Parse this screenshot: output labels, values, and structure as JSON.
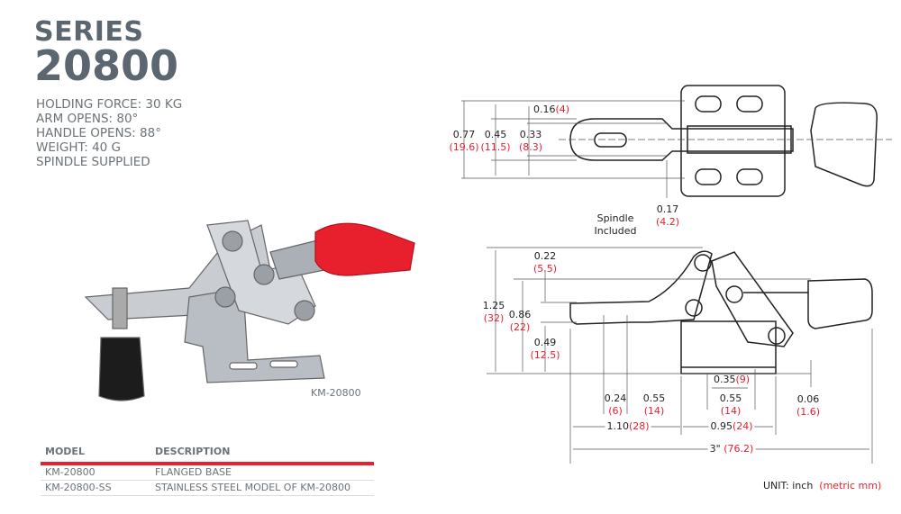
{
  "header": {
    "series_label": "SERIES",
    "series_number": "20800"
  },
  "specs": [
    "HOLDING FORCE: 30 KG",
    "ARM OPENS: 80°",
    "HANDLE OPENS: 88°",
    "WEIGHT: 40 G",
    "SPINDLE SUPPLIED"
  ],
  "photo_caption": "KM-20800",
  "table": {
    "headers": [
      "MODEL",
      "DESCRIPTION"
    ],
    "rows": [
      {
        "model": "KM-20800",
        "description": "FLANGED BASE"
      },
      {
        "model": "KM-20800-SS",
        "description": "STAINLESS STEEL MODEL OF KM-20800"
      }
    ]
  },
  "top_view": {
    "d016": {
      "inch": "0.16",
      "mm": "(4)"
    },
    "d077": {
      "inch": "0.77",
      "mm": "(19.6)"
    },
    "d045": {
      "inch": "0.45",
      "mm": "(11.5)"
    },
    "d033": {
      "inch": "0.33",
      "mm": "(8.3)"
    },
    "d017": {
      "inch": "0.17",
      "mm": "(4.2)"
    },
    "spindle_note": [
      "Spindle",
      "Included"
    ]
  },
  "side_view": {
    "d022": {
      "inch": "0.22",
      "mm": "(5.5)"
    },
    "d125": {
      "inch": "1.25",
      "mm": "(32)"
    },
    "d086": {
      "inch": "0.86",
      "mm": "(22)"
    },
    "d049": {
      "inch": "0.49",
      "mm": "(12.5)"
    },
    "d035": {
      "inch": "0.35",
      "mm": "(9)"
    },
    "d024": {
      "inch": "0.24",
      "mm": "(6)"
    },
    "d055a": {
      "inch": "0.55",
      "mm": "(14)"
    },
    "d055b": {
      "inch": "0.55",
      "mm": "(14)"
    },
    "d006": {
      "inch": "0.06",
      "mm": "(1.6)"
    },
    "d110": {
      "inch": "1.10",
      "mm": "(28)"
    },
    "d095": {
      "inch": "0.95",
      "mm": "(24)"
    },
    "d3": {
      "inch": "3\"",
      "mm": "(76.2)"
    }
  },
  "unit_note": {
    "label": "UNIT: inch",
    "metric": "(metric mm)"
  },
  "colors": {
    "accent": "#e8202e",
    "heading": "#5b6670"
  }
}
